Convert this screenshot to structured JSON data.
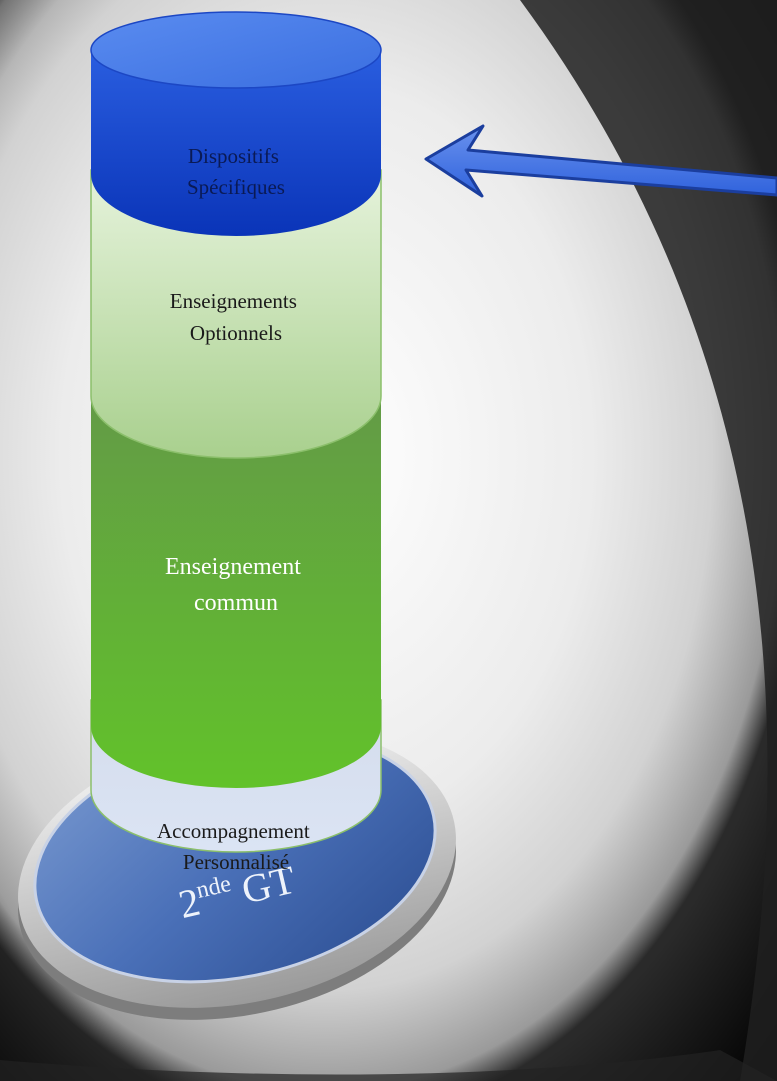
{
  "diagram": {
    "layers": [
      {
        "id": "dispositifs",
        "lines": [
          "Dispositifs",
          "Spécifiques"
        ],
        "color": "#1f4fd6"
      },
      {
        "id": "optionnels",
        "lines": [
          "Enseignements",
          "Optionnels"
        ],
        "color": "#b8d99a"
      },
      {
        "id": "commun",
        "lines": [
          "Enseignement",
          "commun"
        ],
        "color": "#5aa832"
      },
      {
        "id": "accompagnement",
        "lines": [
          "Accompagnement",
          "Personnalisé"
        ],
        "color": "#d6e0f2"
      }
    ],
    "base": {
      "label": "2",
      "superscript": "nde",
      "suffix": " GT"
    }
  }
}
